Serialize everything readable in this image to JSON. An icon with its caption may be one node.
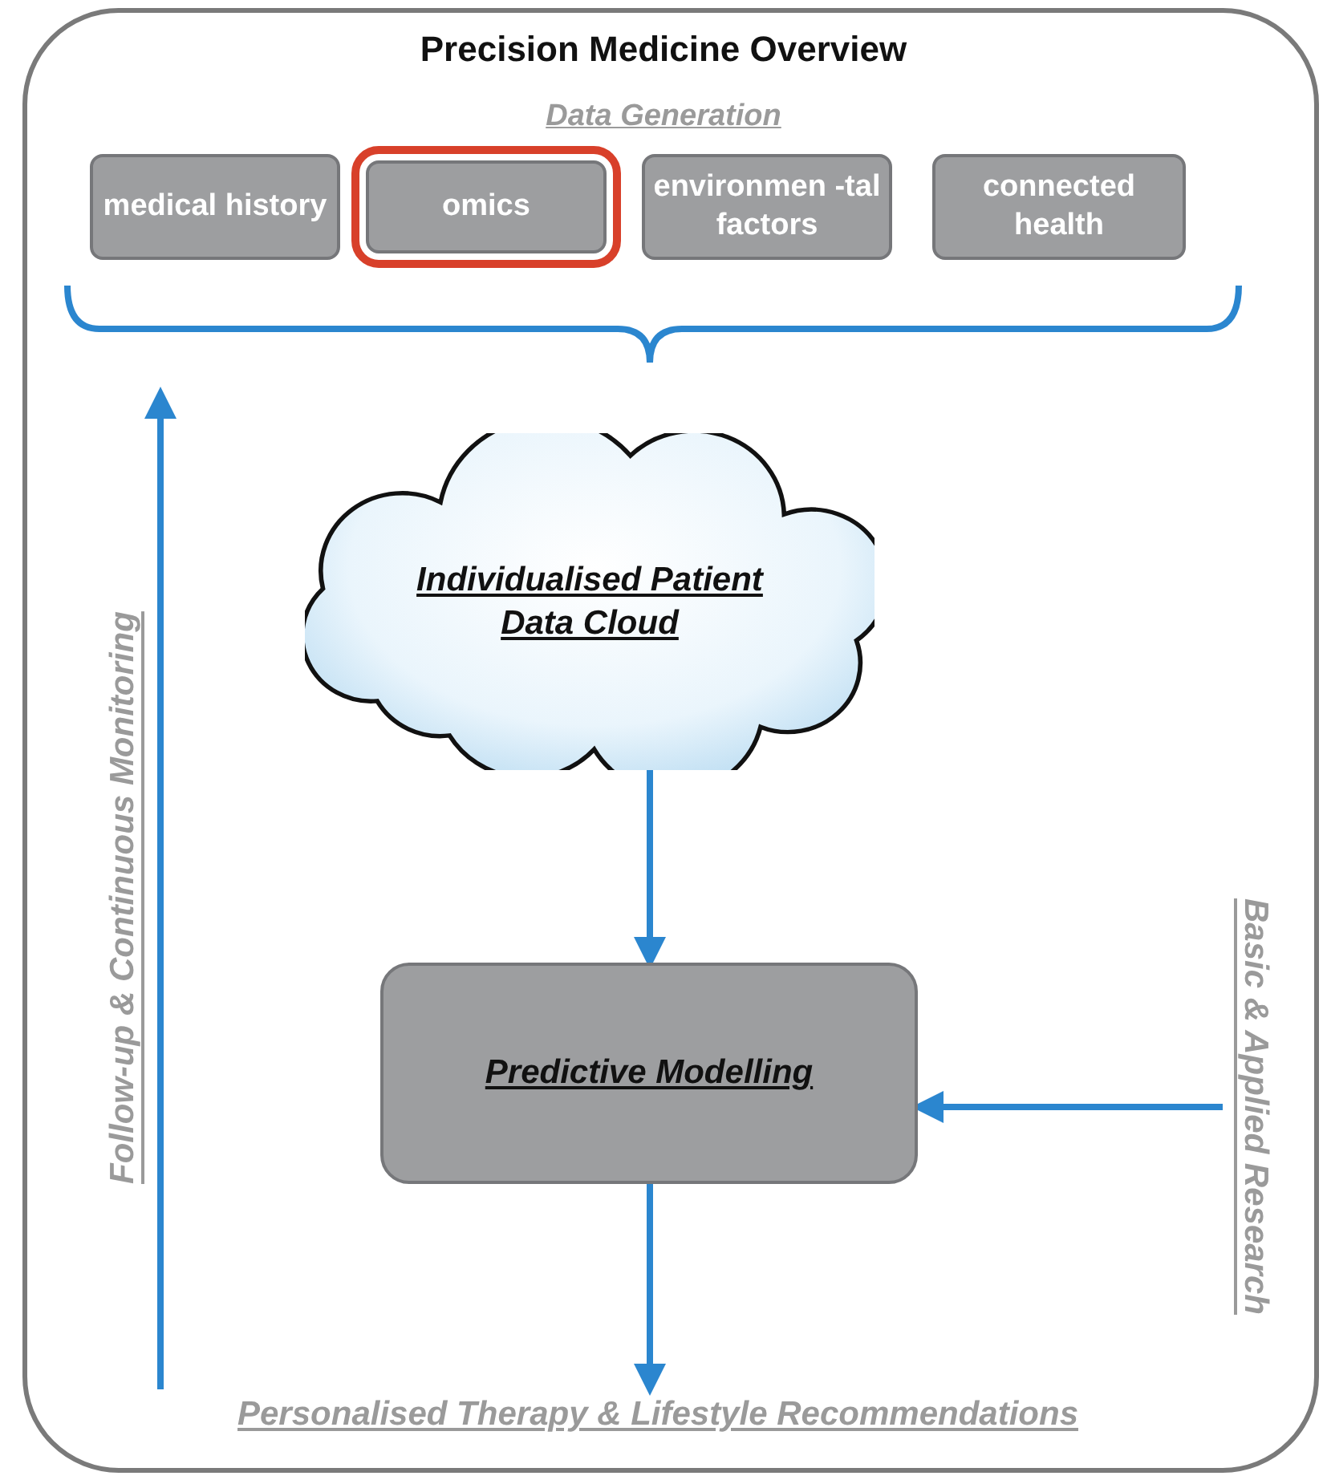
{
  "diagram": {
    "title": "Precision Medicine Overview",
    "nodes": [
      {
        "text": [
          "medical history"
        ]
      },
      {
        "text": [
          "omics"
        ]
      },
      {
        "text": [
          "environmen -tal factors"
        ]
      },
      {
        "text": [
          "connected health"
        ]
      },
      {
        "text": [
          "Individualised Patient Data Cloud"
        ]
      },
      {
        "text": [
          "Predictive Modelling"
        ]
      },
      {
        "text": [
          "Personalised Therapy & Lifestyle Recommendations"
        ]
      },
      {
        "text": [
          "Basic & Applied Research"
        ]
      }
    ],
    "edges": [
      {
        "from": 4,
        "to": 5,
        "arrow": "to"
      },
      {
        "from": 5,
        "to": 6,
        "arrow": "to"
      },
      {
        "from": 7,
        "to": 5,
        "arrow": "to"
      },
      {
        "from": 6,
        "to": null,
        "arrow": "to",
        "label": "Follow-up & Continuous Monitoring"
      }
    ],
    "labels": [
      "Data Generation"
    ]
  }
}
